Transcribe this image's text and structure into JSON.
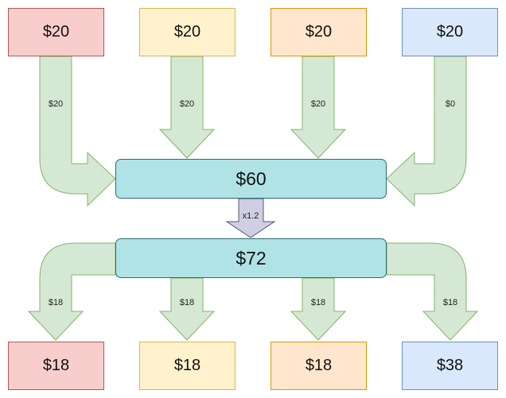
{
  "inputs": [
    {
      "value": "$20",
      "color": "red"
    },
    {
      "value": "$20",
      "color": "yellow"
    },
    {
      "value": "$20",
      "color": "orange"
    },
    {
      "value": "$20",
      "color": "blue"
    }
  ],
  "input_flows": [
    "$20",
    "$20",
    "$20",
    "$0"
  ],
  "pool_total": "$60",
  "multiplier": "x1.2",
  "pool_after": "$72",
  "output_flows": [
    "$18",
    "$18",
    "$18",
    "$18"
  ],
  "outputs": [
    {
      "value": "$18",
      "color": "red"
    },
    {
      "value": "$18",
      "color": "yellow"
    },
    {
      "value": "$18",
      "color": "orange"
    },
    {
      "value": "$38",
      "color": "blue"
    }
  ],
  "colors": {
    "arrow_fill": "#d5e8d4",
    "arrow_stroke": "#82b366",
    "multiplier_fill": "#d0cee2",
    "multiplier_stroke": "#56517e",
    "pool_fill": "#b0e3e6"
  }
}
